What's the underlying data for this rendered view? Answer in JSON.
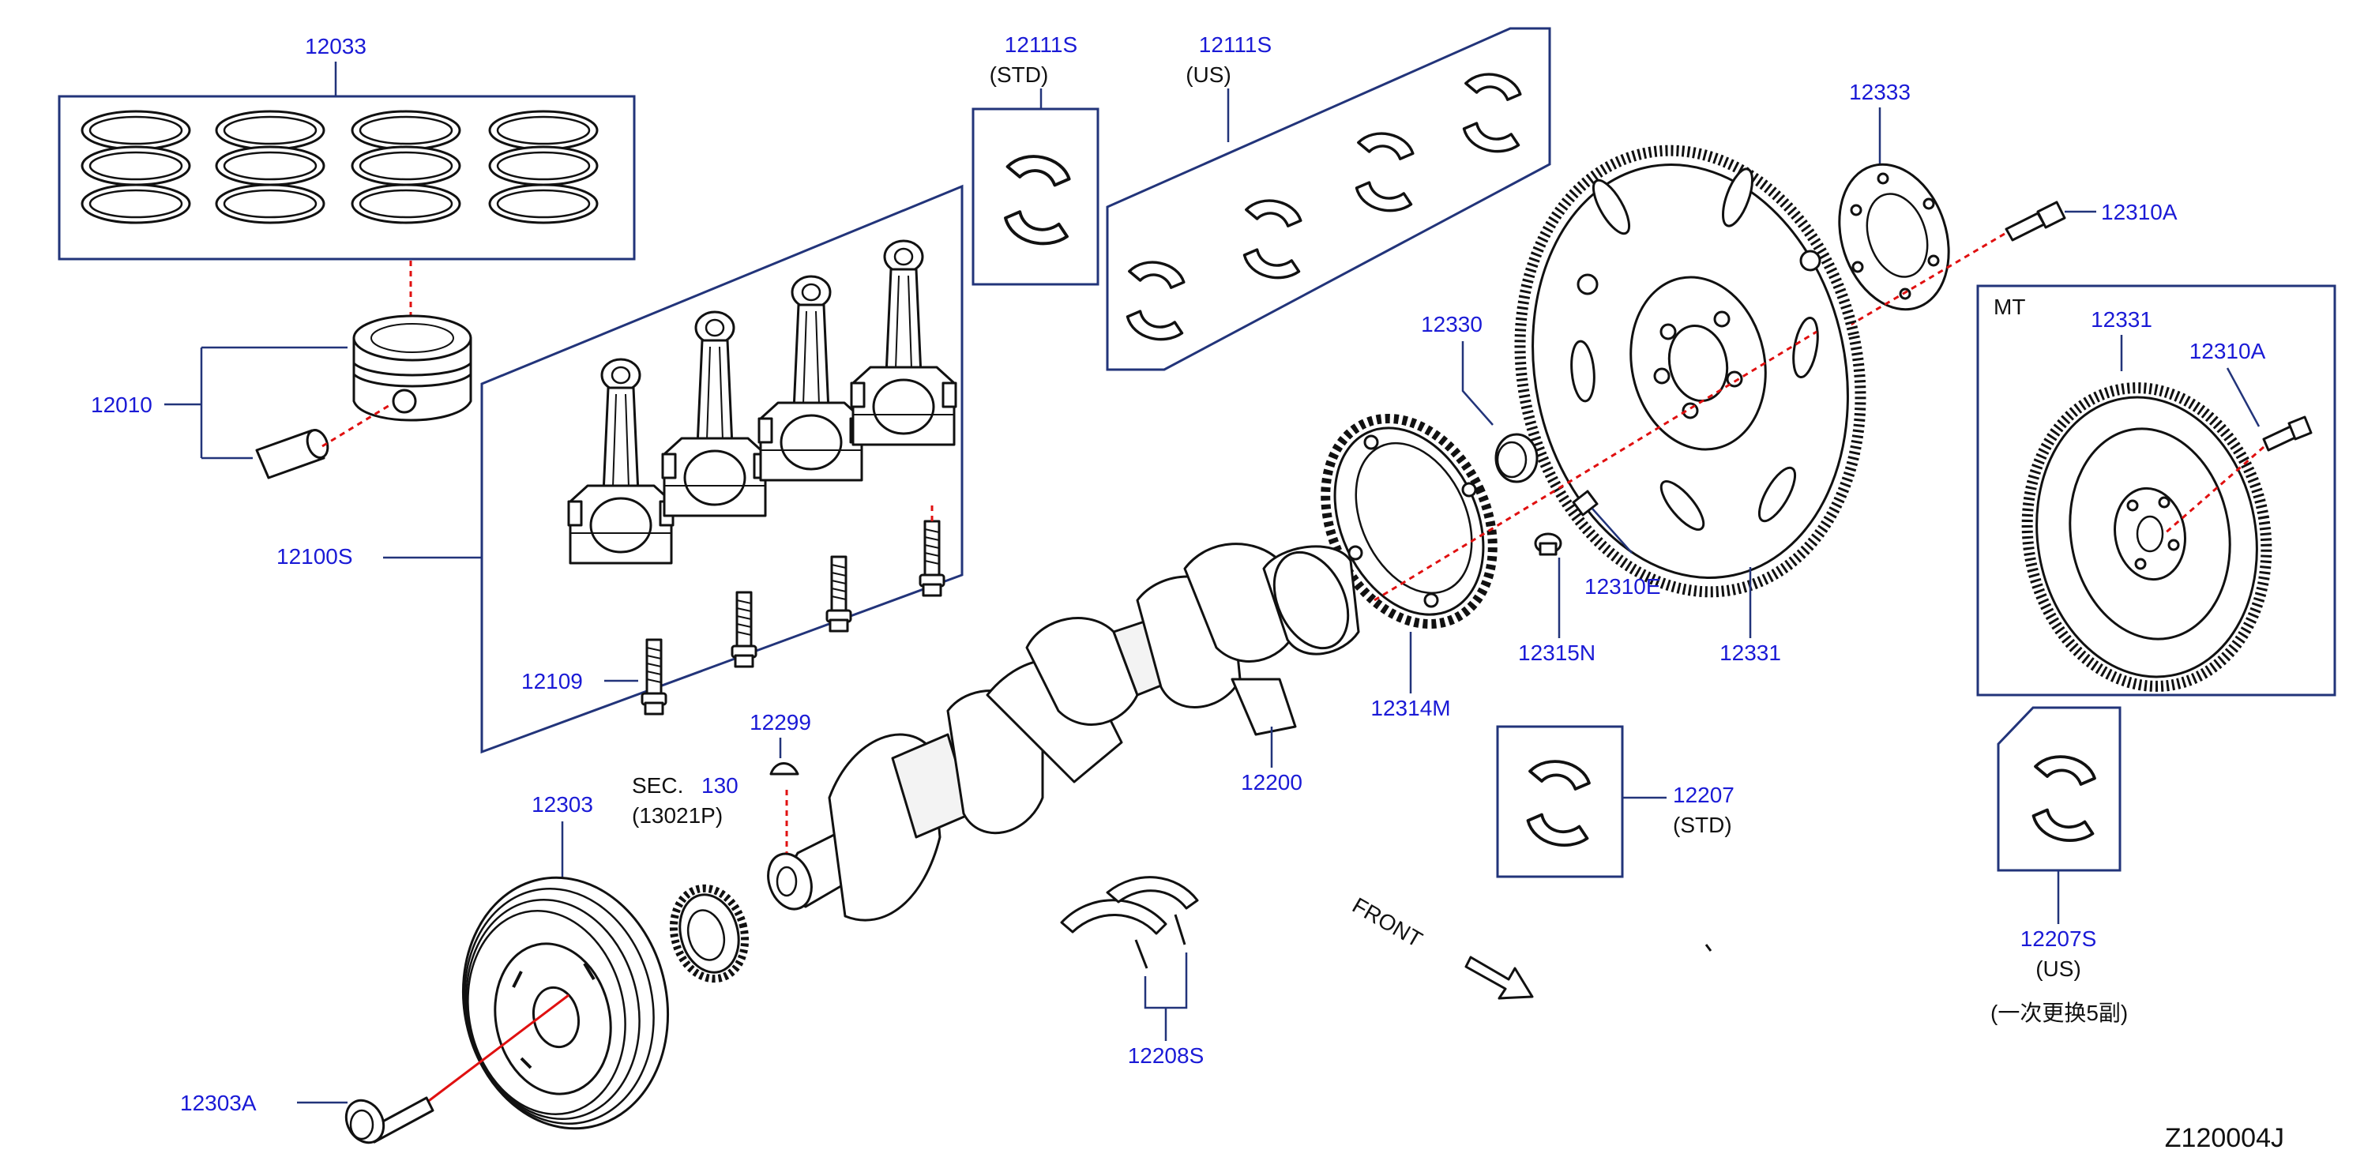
{
  "diagram_code": "Z120004J",
  "labels": {
    "p12033": "12033",
    "p12010": "12010",
    "p12100S": "12100S",
    "p12109": "12109",
    "p12111S_std": "12111S",
    "std1": "(STD)",
    "p12111S_us": "12111S",
    "us1": "(US)",
    "p12333": "12333",
    "p12310A_1": "12310A",
    "mt": "MT",
    "p12331_mt": "12331",
    "p12310A_2": "12310A",
    "p12330": "12330",
    "p12310E": "12310E",
    "p12315N": "12315N",
    "p12331": "12331",
    "p12314M": "12314M",
    "p12200": "12200",
    "p12299": "12299",
    "sec": "SEC.",
    "sec_num": "130",
    "p13021P": "(13021P)",
    "p12303": "12303",
    "p12303A": "12303A",
    "p12208S": "12208S",
    "p12207": "12207",
    "std2": "(STD)",
    "p12207S": "12207S",
    "us2": "(US)",
    "note": "(一次更换5副)",
    "front": "FRONT"
  },
  "colors": {
    "label": "#1a1ad6",
    "frame": "#22347a",
    "centerline": "#e01010",
    "ink": "#111111"
  }
}
